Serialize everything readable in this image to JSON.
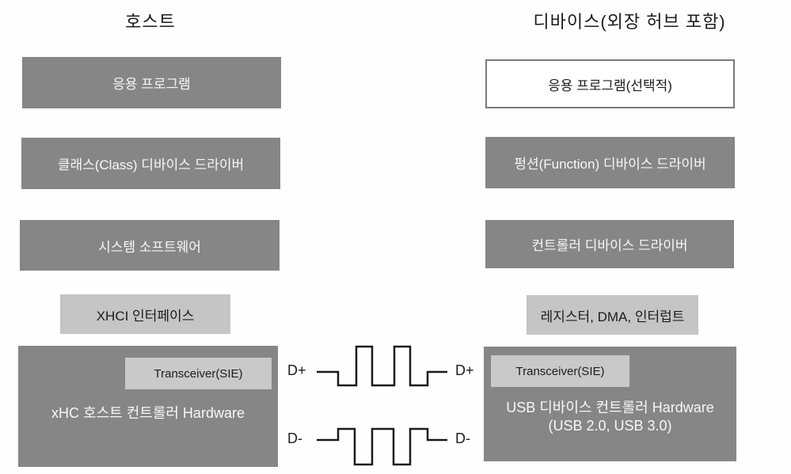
{
  "host": {
    "title": "호스트",
    "app_box": "응용 프로그램",
    "class_driver_box": "클래스(Class) 디바이스 드라이버",
    "system_sw_box": "시스템 소프트웨어",
    "xhci_box": "XHCI 인터페이스",
    "controller_box": {
      "transceiver": "Transceiver(SIE)",
      "label": "xHC 호스트 컨트롤러 Hardware"
    }
  },
  "device": {
    "title": "디바이스(외장 허브 포함)",
    "app_box": "응용 프로그램(선택적)",
    "function_driver_box": "펑션(Function) 디바이스 드라이버",
    "controller_driver_box": "컨트롤러 디바이스 드라이버",
    "register_box": "레지스터, DMA, 인터럽트",
    "controller_box": {
      "transceiver": "Transceiver(SIE)",
      "label_line1": "USB 디바이스 컨트롤러 Hardware",
      "label_line2": "(USB 2.0, USB 3.0)"
    }
  },
  "signals": {
    "d_plus_left": "D+",
    "d_plus_right": "D+",
    "d_minus_left": "D-",
    "d_minus_right": "D-"
  },
  "colors": {
    "box_dark": "#868686",
    "box_light": "#c5c5c5",
    "box_border": "#7a7a7a",
    "text_on_dark": "#f7f7f7",
    "text_dark": "#1c1c1c",
    "waveform_stroke": "#1a1a1a"
  }
}
